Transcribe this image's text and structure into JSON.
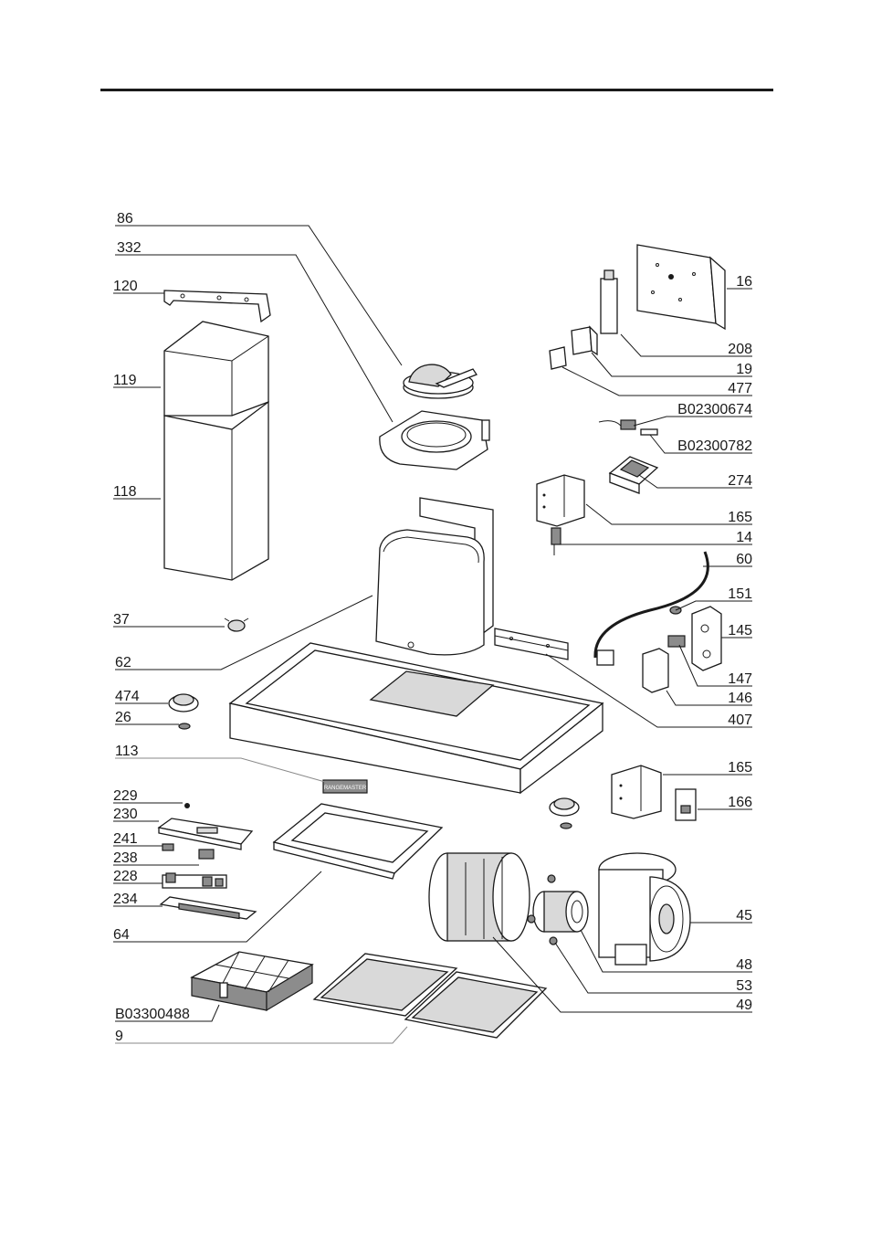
{
  "labels": {
    "l86": "86",
    "l332": "332",
    "l120": "120",
    "l119": "119",
    "l118": "118",
    "l37": "37",
    "l62": "62",
    "l474": "474",
    "l26": "26",
    "l113": "113",
    "l229": "229",
    "l230": "230",
    "l241": "241",
    "l238": "238",
    "l228": "228",
    "l234": "234",
    "l64": "64",
    "lB03300488": "B03300488",
    "l9": "9",
    "l16": "16",
    "l208": "208",
    "l19": "19",
    "l477": "477",
    "lB02300674": "B02300674",
    "lB02300782": "B02300782",
    "l274": "274",
    "l165a": "165",
    "l14": "14",
    "l60": "60",
    "l151": "151",
    "l145": "145",
    "l147": "147",
    "l146": "146",
    "l407": "407",
    "l165b": "165",
    "l166": "166",
    "l45": "45",
    "l48": "48",
    "l53": "53",
    "l49": "49"
  },
  "brand_plate_text": "RANGEMASTER"
}
